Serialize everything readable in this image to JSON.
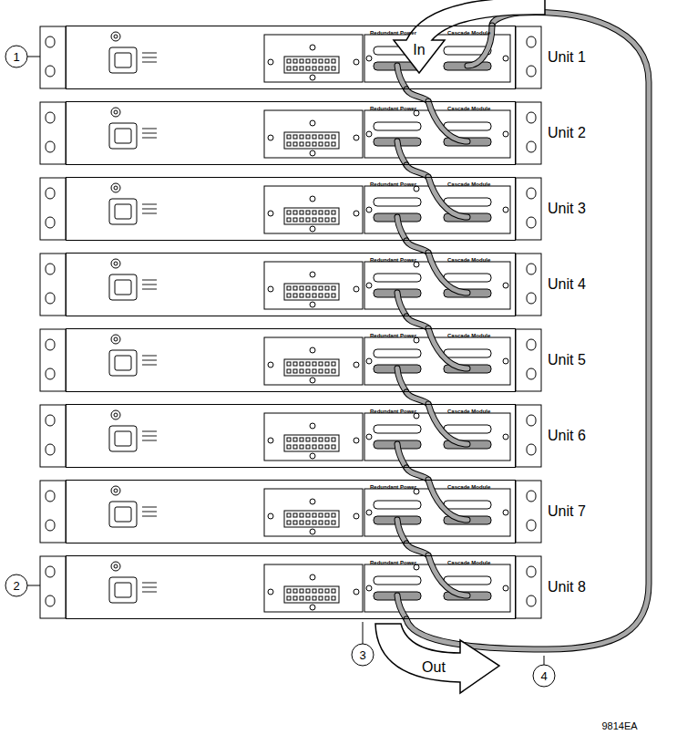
{
  "diagram": {
    "nodes": [
      {
        "text": [
          "Redundant Power",
          "Cascade Module",
          "Unit 1"
        ]
      },
      {
        "text": [
          "Redundant Power",
          "Cascade Module",
          "Unit 2"
        ]
      },
      {
        "text": [
          "Redundant Power",
          "Cascade Module",
          "Unit 3"
        ]
      },
      {
        "text": [
          "Redundant Power",
          "Cascade Module",
          "Unit 4"
        ]
      },
      {
        "text": [
          "Redundant Power",
          "Cascade Module",
          "Unit 5"
        ]
      },
      {
        "text": [
          "Redundant Power",
          "Cascade Module",
          "Unit 6"
        ]
      },
      {
        "text": [
          "Redundant Power",
          "Cascade Module",
          "Unit 7"
        ]
      },
      {
        "text": [
          "Redundant Power",
          "Cascade Module",
          "Unit 8"
        ]
      }
    ],
    "edges": [
      {
        "from": 0,
        "to": 1,
        "arrow": "none"
      },
      {
        "from": 1,
        "to": 2,
        "arrow": "none"
      },
      {
        "from": 2,
        "to": 3,
        "arrow": "none"
      },
      {
        "from": 3,
        "to": 4,
        "arrow": "none"
      },
      {
        "from": 4,
        "to": 5,
        "arrow": "none"
      },
      {
        "from": 5,
        "to": 6,
        "arrow": "none"
      },
      {
        "from": 6,
        "to": 7,
        "arrow": "none"
      },
      {
        "from": 7,
        "to": 0,
        "arrow": "none"
      }
    ],
    "labels": [
      "1",
      "In",
      "2",
      "3",
      "Out",
      "4",
      "9814EA"
    ]
  }
}
